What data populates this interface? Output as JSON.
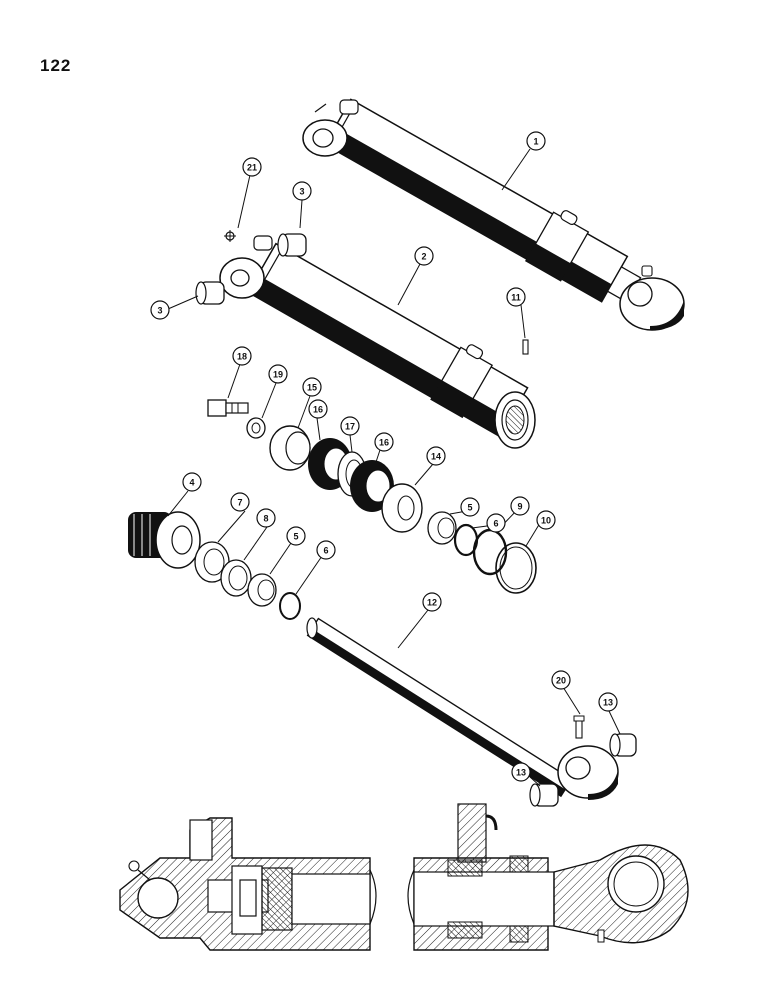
{
  "page": {
    "number": "122"
  },
  "callouts": [
    {
      "id": "c1",
      "label": "1"
    },
    {
      "id": "c2",
      "label": "2"
    },
    {
      "id": "c3a",
      "label": "3"
    },
    {
      "id": "c3b",
      "label": "3"
    },
    {
      "id": "c4",
      "label": "4"
    },
    {
      "id": "c5a",
      "label": "5"
    },
    {
      "id": "c5b",
      "label": "5"
    },
    {
      "id": "c6a",
      "label": "6"
    },
    {
      "id": "c6b",
      "label": "6"
    },
    {
      "id": "c7",
      "label": "7"
    },
    {
      "id": "c8",
      "label": "8"
    },
    {
      "id": "c9",
      "label": "9"
    },
    {
      "id": "c10",
      "label": "10"
    },
    {
      "id": "c11",
      "label": "11"
    },
    {
      "id": "c12",
      "label": "12"
    },
    {
      "id": "c13a",
      "label": "13"
    },
    {
      "id": "c13b",
      "label": "13"
    },
    {
      "id": "c14",
      "label": "14"
    },
    {
      "id": "c15",
      "label": "15"
    },
    {
      "id": "c16a",
      "label": "16"
    },
    {
      "id": "c16b",
      "label": "16"
    },
    {
      "id": "c17",
      "label": "17"
    },
    {
      "id": "c18",
      "label": "18"
    },
    {
      "id": "c19",
      "label": "19"
    },
    {
      "id": "c20",
      "label": "20"
    },
    {
      "id": "c21",
      "label": "21"
    }
  ]
}
